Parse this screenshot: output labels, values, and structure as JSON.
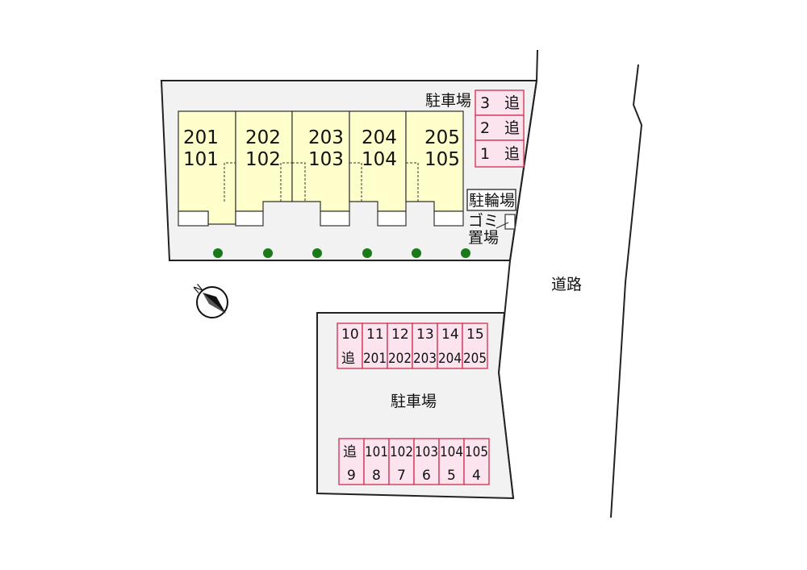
{
  "colors": {
    "lot": "#f2f2f2",
    "lot_border": "#222222",
    "building": "#ffffcc",
    "parking_stall_fill": "#fbe4ee",
    "parking_stall_border": "#d33a5e",
    "tree": "#1a7a1a"
  },
  "building": {
    "units": [
      {
        "upper": "201",
        "lower": "101"
      },
      {
        "upper": "202",
        "lower": "102"
      },
      {
        "upper": "203",
        "lower": "103"
      },
      {
        "upper": "204",
        "lower": "104"
      },
      {
        "upper": "205",
        "lower": "105"
      }
    ]
  },
  "labels": {
    "parking_top": "駐車場",
    "bicycle_parking": "駐輪場",
    "garbage_line1": "ゴミ",
    "garbage_line2": "置場",
    "road": "道路",
    "parking_main": "駐車場",
    "north": "N"
  },
  "top_parking": [
    {
      "num": "3",
      "label": "追"
    },
    {
      "num": "2",
      "label": "追"
    },
    {
      "num": "1",
      "label": "追"
    }
  ],
  "lot_parking_row1": [
    {
      "num": "10",
      "label": "追"
    },
    {
      "num": "11",
      "label": "201"
    },
    {
      "num": "12",
      "label": "202"
    },
    {
      "num": "13",
      "label": "203"
    },
    {
      "num": "14",
      "label": "204"
    },
    {
      "num": "15",
      "label": "205"
    }
  ],
  "lot_parking_row2": [
    {
      "label": "追",
      "num": "9"
    },
    {
      "label": "101",
      "num": "8"
    },
    {
      "label": "102",
      "num": "7"
    },
    {
      "label": "103",
      "num": "6"
    },
    {
      "label": "104",
      "num": "5"
    },
    {
      "label": "105",
      "num": "4"
    }
  ],
  "trees": {
    "count": 6
  },
  "compass": {
    "icon": "north-arrow-icon"
  }
}
